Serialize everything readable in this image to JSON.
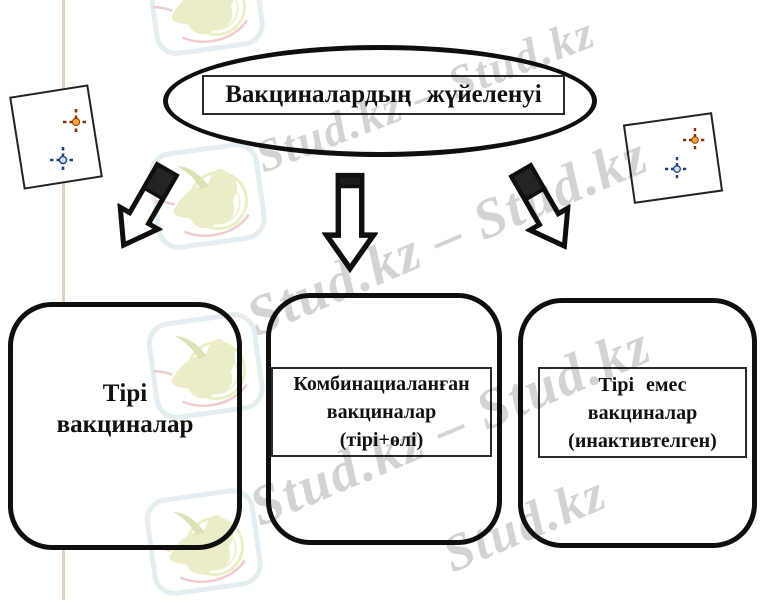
{
  "diagram": {
    "title": "Вакциналардың жүйеленуі",
    "nodes": [
      {
        "lines": [
          "Тірі",
          "вакциналар"
        ]
      },
      {
        "lines": [
          "Комбинациаланған",
          "вакциналар",
          "(тірі+өлі)"
        ]
      },
      {
        "lines": [
          "Тірі емес",
          "вакциналар",
          "(инактивтелген)"
        ]
      }
    ]
  },
  "watermark": {
    "brand": "Stud.kz",
    "bands": [
      {
        "text": "Stud.kz – Stud.kz"
      },
      {
        "text": "Stud.kz – Stud.kz"
      },
      {
        "text": "Stud.kz – Stud.kz"
      },
      {
        "text": "Stud.kz"
      }
    ],
    "text_color": "#d3d3d3"
  },
  "decor": {
    "sparkle_orange_arm": "#8f2e00",
    "sparkle_orange_center": "#f0a83c",
    "sparkle_blue_arm": "#20407f",
    "sparkle_blue_center": "#cfe0f4",
    "rule_color": "#ddd5c2"
  },
  "colors": {
    "ink": "#111111",
    "background": "#ffffff"
  }
}
